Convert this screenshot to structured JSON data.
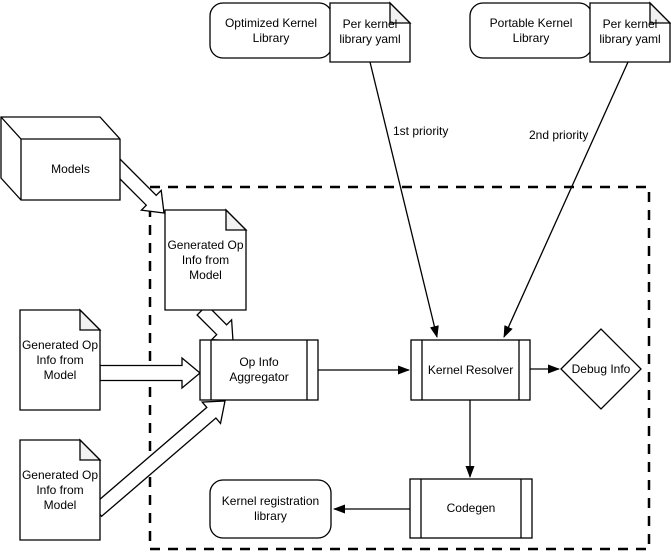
{
  "diagram": {
    "nodes": {
      "optimized_kernel_library": "Optimized Kernel\nLibrary",
      "per_kernel_yaml_1": "Per kernel\nlibrary yaml",
      "portable_kernel_library": "Portable Kernel\nLibrary",
      "per_kernel_yaml_2": "Per kernel\nlibrary yaml",
      "models": "Models",
      "generated_op_info_1": "Generated Op\nInfo from\nModel",
      "generated_op_info_2": "Generated Op\nInfo from\nModel",
      "generated_op_info_3": "Generated Op\nInfo from\nModel",
      "op_info_aggregator": "Op Info\nAggregator",
      "kernel_resolver": "Kernel Resolver",
      "debug_info": "Debug Info",
      "codegen": "Codegen",
      "kernel_registration_library": "Kernel registration\nlibrary"
    },
    "edge_labels": {
      "first_priority": "1st priority",
      "second_priority": "2nd priority"
    },
    "colors": {
      "stroke": "#000000",
      "shape_fill": "#ffffff",
      "fold_fill": "#f2f2f2",
      "text": "#000000"
    }
  }
}
